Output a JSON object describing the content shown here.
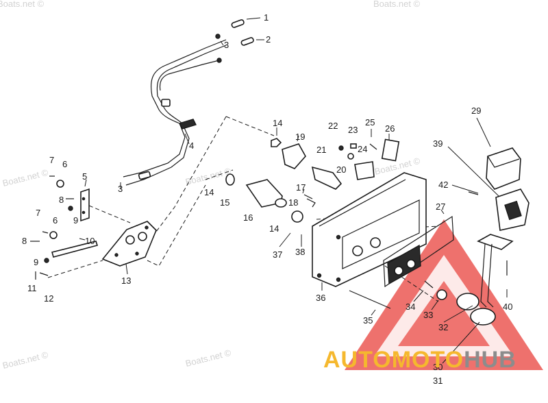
{
  "watermarks": [
    "Boats.net ©",
    "Boats.net ©",
    "Boats.net ©",
    "Boats.net ©",
    "Boats.net ©",
    "Boats.net ©",
    "Boats.net ©"
  ],
  "brand": {
    "part1": "AUTO",
    "part2": "MOTO",
    "part3": "HUB",
    "colors": {
      "auto": "#f5b82e",
      "moto": "#f5b82e",
      "hub": "#8c8c8c",
      "triangle": "#e8413c"
    }
  },
  "callouts": [
    "1",
    "2",
    "3",
    "3",
    "4",
    "5",
    "6",
    "6",
    "7",
    "7",
    "8",
    "8",
    "9",
    "9",
    "10",
    "11",
    "12",
    "13",
    "14",
    "14",
    "14",
    "15",
    "16",
    "17",
    "18",
    "19",
    "20",
    "21",
    "22",
    "23",
    "24",
    "25",
    "26",
    "27",
    "29",
    "30",
    "31",
    "32",
    "33",
    "34",
    "35",
    "36",
    "37",
    "38",
    "39",
    "40",
    "42"
  ]
}
